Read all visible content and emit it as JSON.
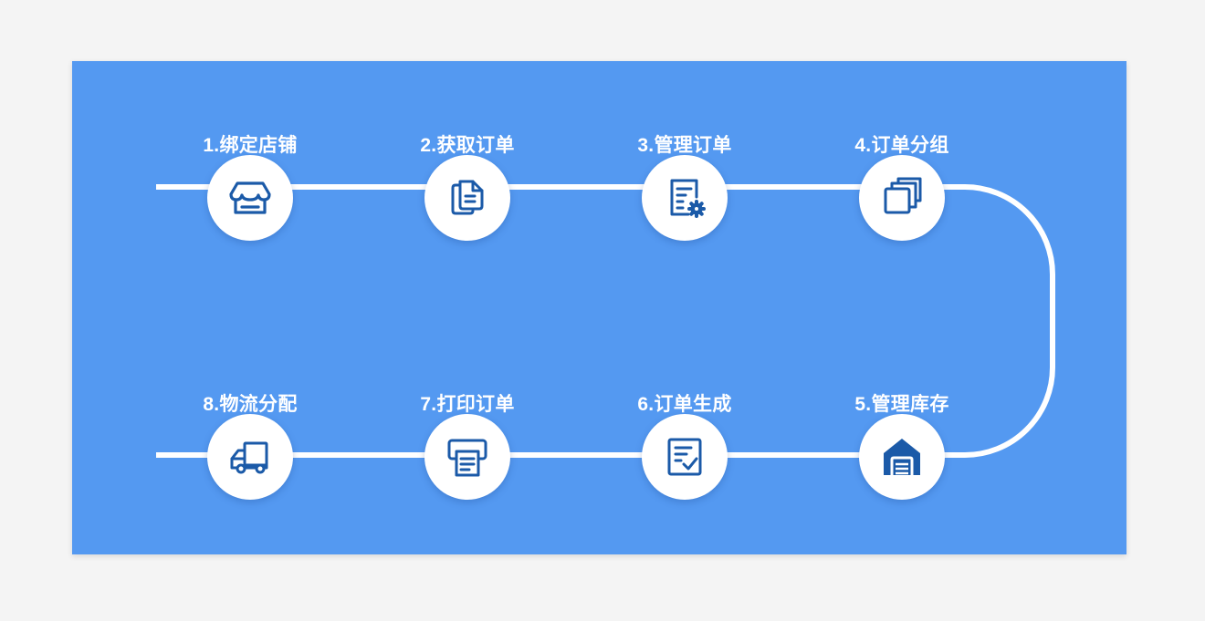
{
  "flow": {
    "line_color": "#ffffff",
    "icon_color": "#1b5aa8",
    "steps": [
      {
        "label": "1.绑定店铺",
        "icon": "store-icon"
      },
      {
        "label": "2.获取订单",
        "icon": "documents-icon"
      },
      {
        "label": "3.管理订单",
        "icon": "document-gear-icon"
      },
      {
        "label": "4.订单分组",
        "icon": "stacked-squares-icon"
      },
      {
        "label": "5.管理库存",
        "icon": "warehouse-icon"
      },
      {
        "label": "6.订单生成",
        "icon": "document-check-icon"
      },
      {
        "label": "7.打印订单",
        "icon": "printer-icon"
      },
      {
        "label": "8.物流分配",
        "icon": "truck-icon"
      }
    ]
  }
}
